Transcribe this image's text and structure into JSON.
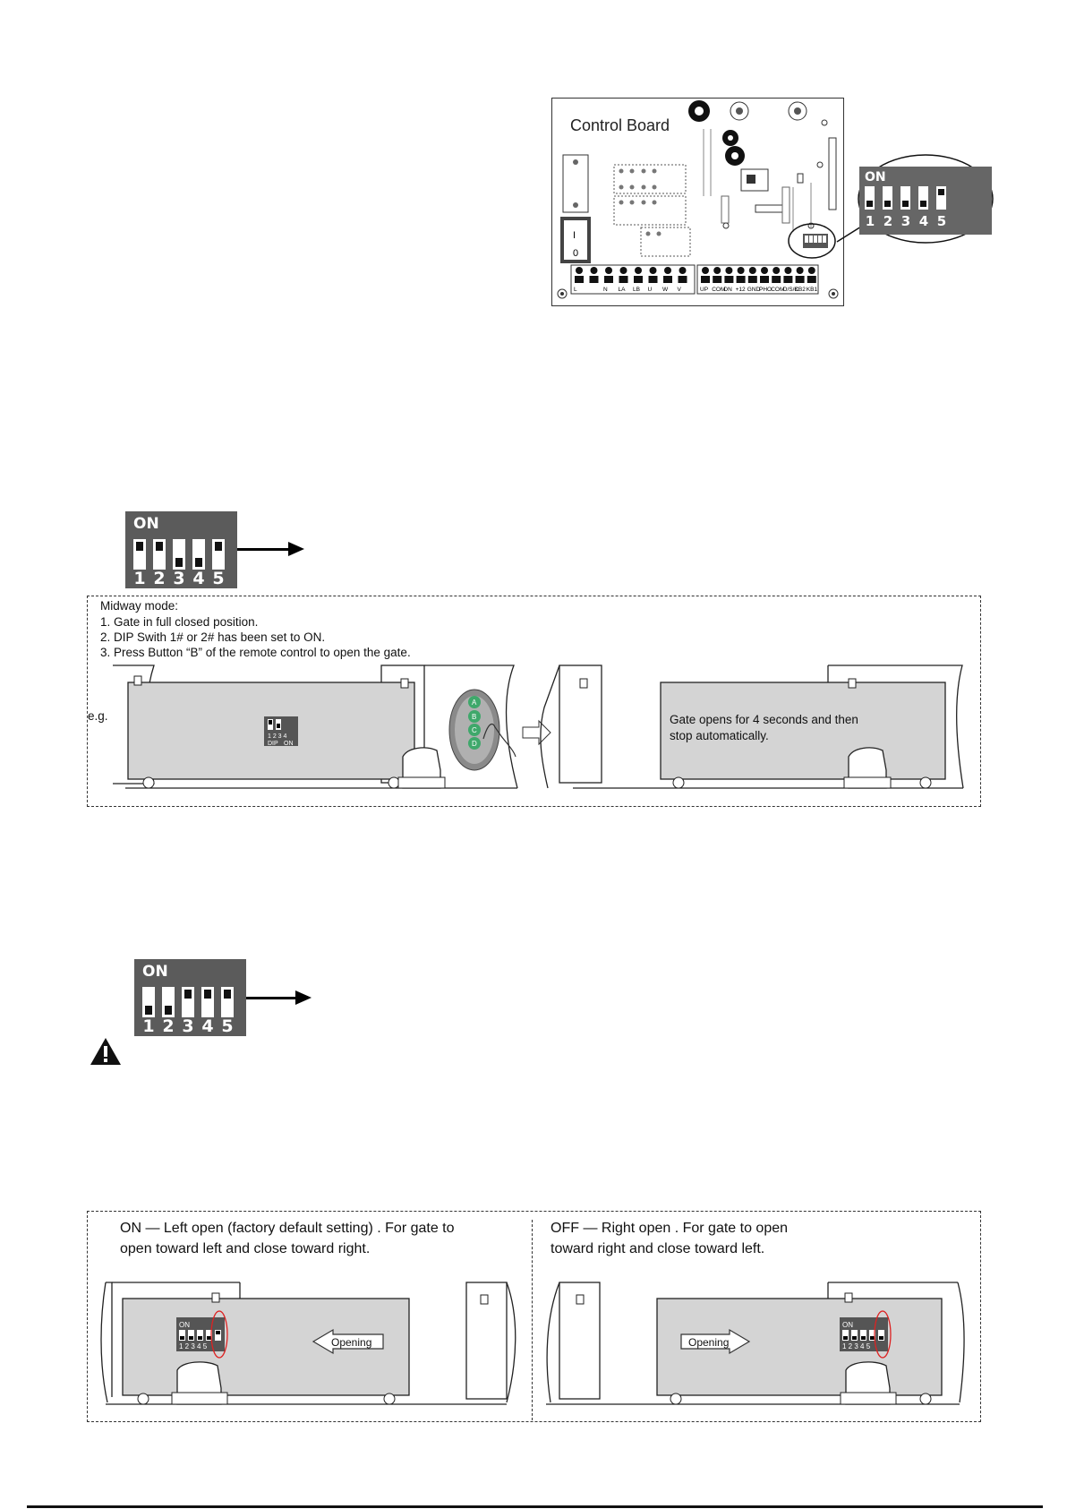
{
  "board": {
    "title": "Control Board",
    "power_switch": {
      "on": "I",
      "off": "0"
    },
    "left_terminals": [
      "L",
      "",
      "N",
      "LA",
      "LB",
      "U",
      "W",
      "V"
    ],
    "right_terminals": [
      "UP",
      "COM",
      "DN",
      "+12",
      "GND",
      "PHO",
      "COM",
      "O/S/C",
      "KB2",
      "KB1"
    ],
    "zoom_on": "ON",
    "zoom_numbers": [
      "1",
      "2",
      "3",
      "4",
      "5"
    ]
  },
  "dip1": {
    "on_label": "ON",
    "numbers": [
      "1",
      "2",
      "3",
      "4",
      "5"
    ],
    "states": [
      true,
      true,
      false,
      false,
      true
    ]
  },
  "midway": {
    "heading": "Midway mode:",
    "step1": "1. Gate in full closed position.",
    "step2": "2. DIP Swith 1# or 2# has been set to ON.",
    "step3": "3. Press Button “B” of the remote control to open the gate.",
    "eg": "e.g.",
    "mini_dip": {
      "numbers": "1  2  3  4",
      "dip": "DIP",
      "on": "ON"
    },
    "remote_buttons": [
      "A",
      "B",
      "C",
      "D"
    ],
    "result_line1": "Gate opens for 4 seconds and then",
    "result_line2": "stop automatically."
  },
  "dip2": {
    "on_label": "ON",
    "numbers": [
      "1",
      "2",
      "3",
      "4",
      "5"
    ],
    "states": [
      false,
      false,
      true,
      true,
      true
    ]
  },
  "direction": {
    "left_line1": "ON — Left open (factory default setting) . For gate to",
    "left_line2": "open toward left and close toward right.",
    "right_line1": "OFF — Right open . For gate to open",
    "right_line2": "toward right and close toward left.",
    "opening_label": "Opening",
    "mini_on": "ON",
    "mini_numbers": "1 2 3 4 5"
  }
}
